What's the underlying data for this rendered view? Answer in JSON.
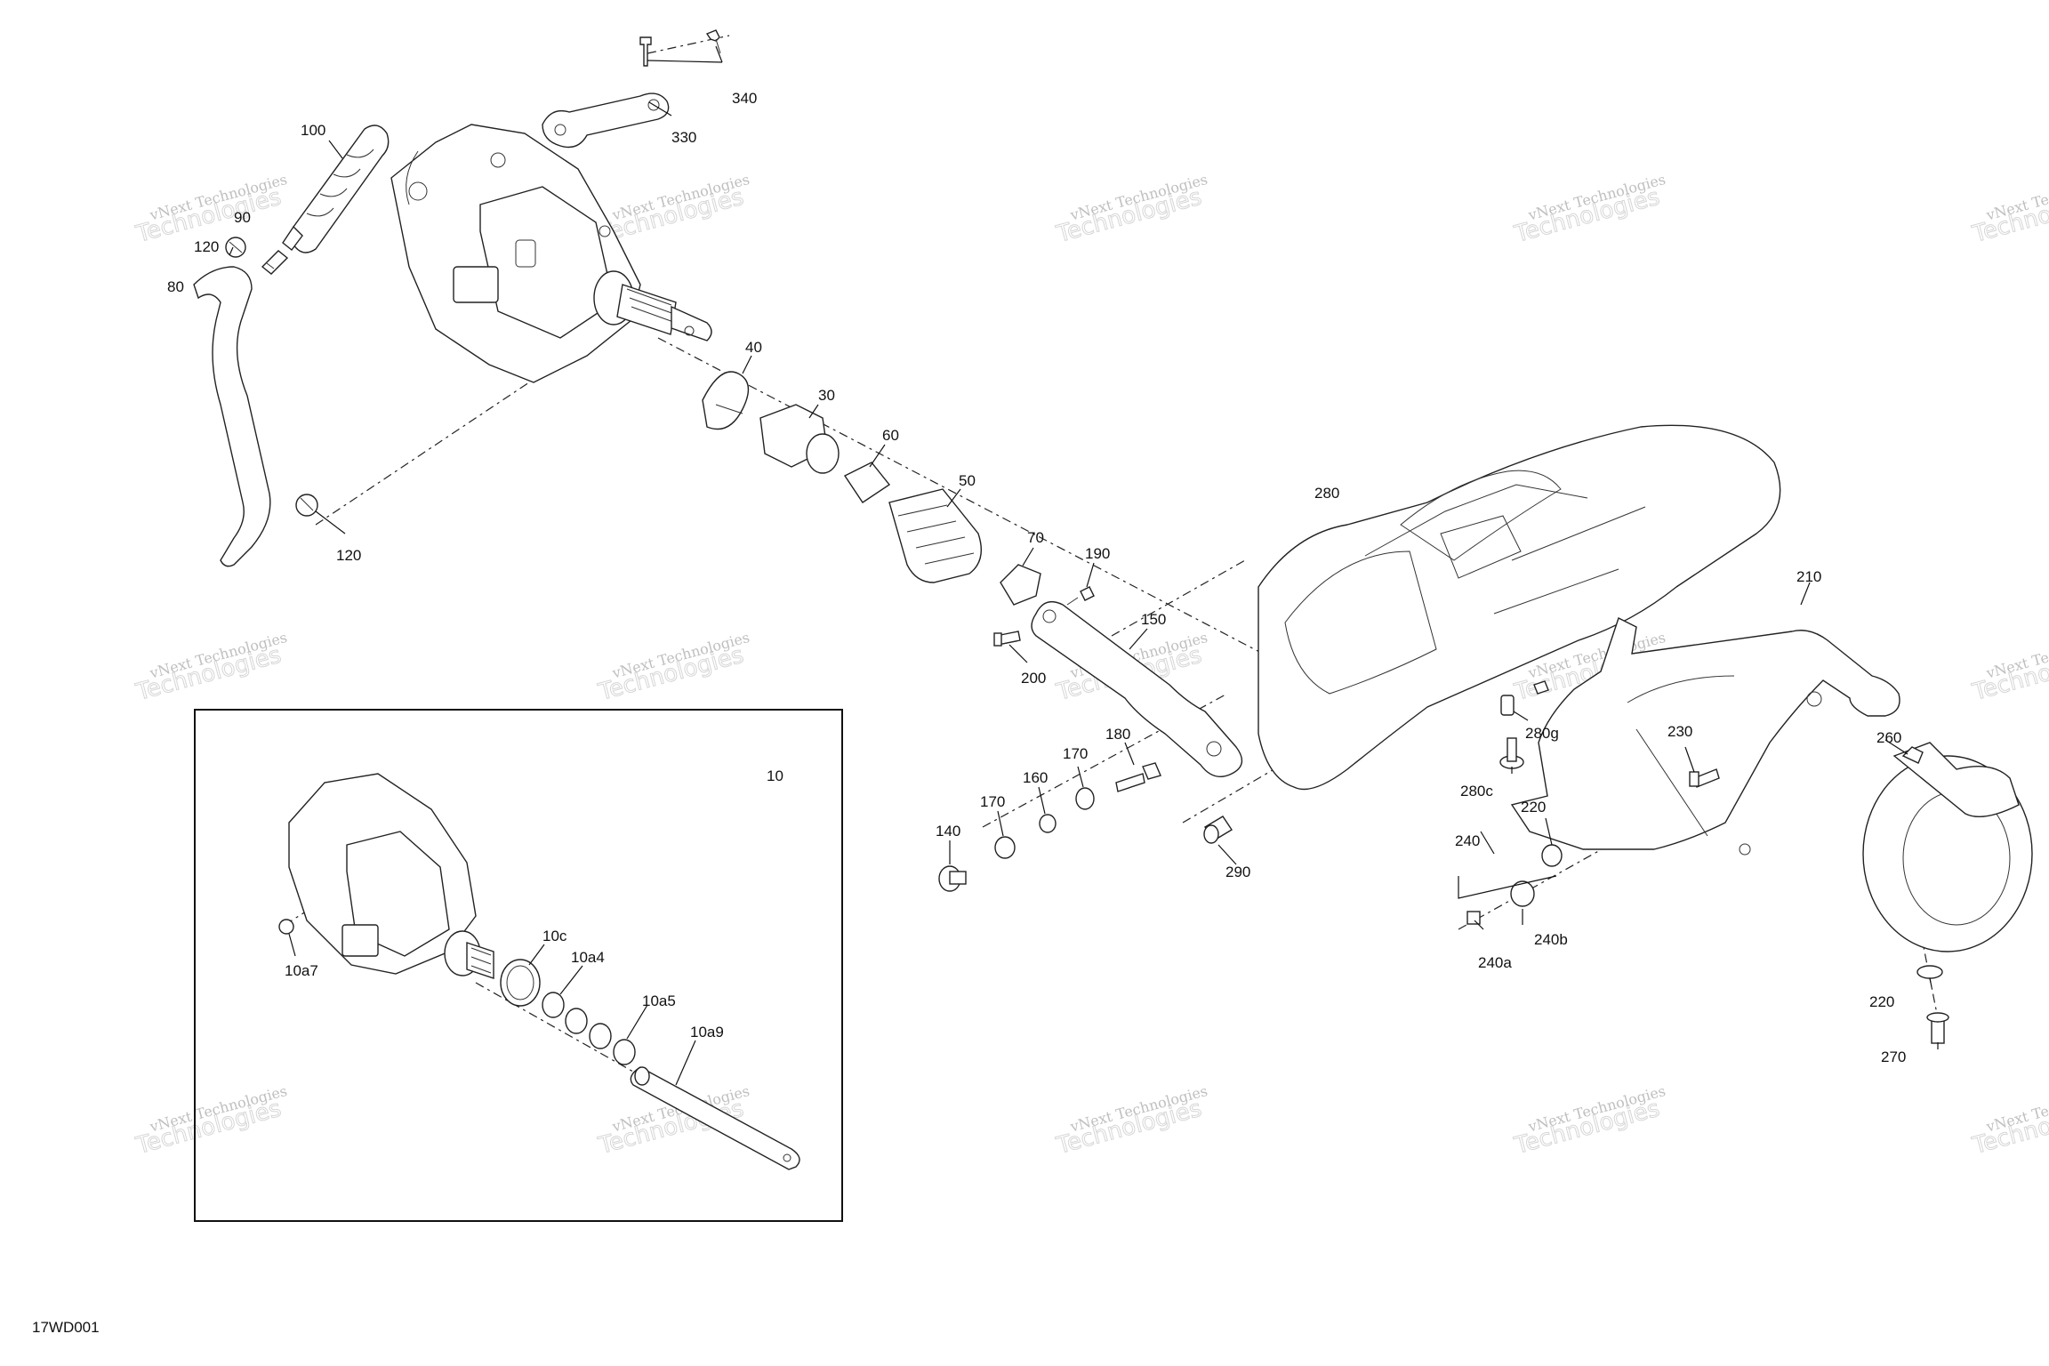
{
  "diagram_code": "17WD001",
  "watermark": {
    "line1": "vNext Technologies",
    "line2": "Technologies"
  },
  "labels": {
    "p340": "340",
    "p330": "330",
    "p100": "100",
    "p90": "90",
    "p120a": "120",
    "p80": "80",
    "p40": "40",
    "p30": "30",
    "p60": "60",
    "p50": "50",
    "p70": "70",
    "p190": "190",
    "p150": "150",
    "p200": "200",
    "p120b": "120",
    "p280": "280",
    "p210": "210",
    "p280g": "280g",
    "p280c": "280c",
    "p230": "230",
    "p260": "260",
    "p180": "180",
    "p170a": "170",
    "p160": "160",
    "p170b": "170",
    "p140": "140",
    "p290": "290",
    "p240": "240",
    "p220a": "220",
    "p240b": "240b",
    "p240a": "240a",
    "p220b": "220",
    "p270": "270",
    "p10": "10",
    "p10c": "10c",
    "p10a4": "10a4",
    "p10a5": "10a5",
    "p10a9": "10a9",
    "p10a7": "10a7"
  }
}
